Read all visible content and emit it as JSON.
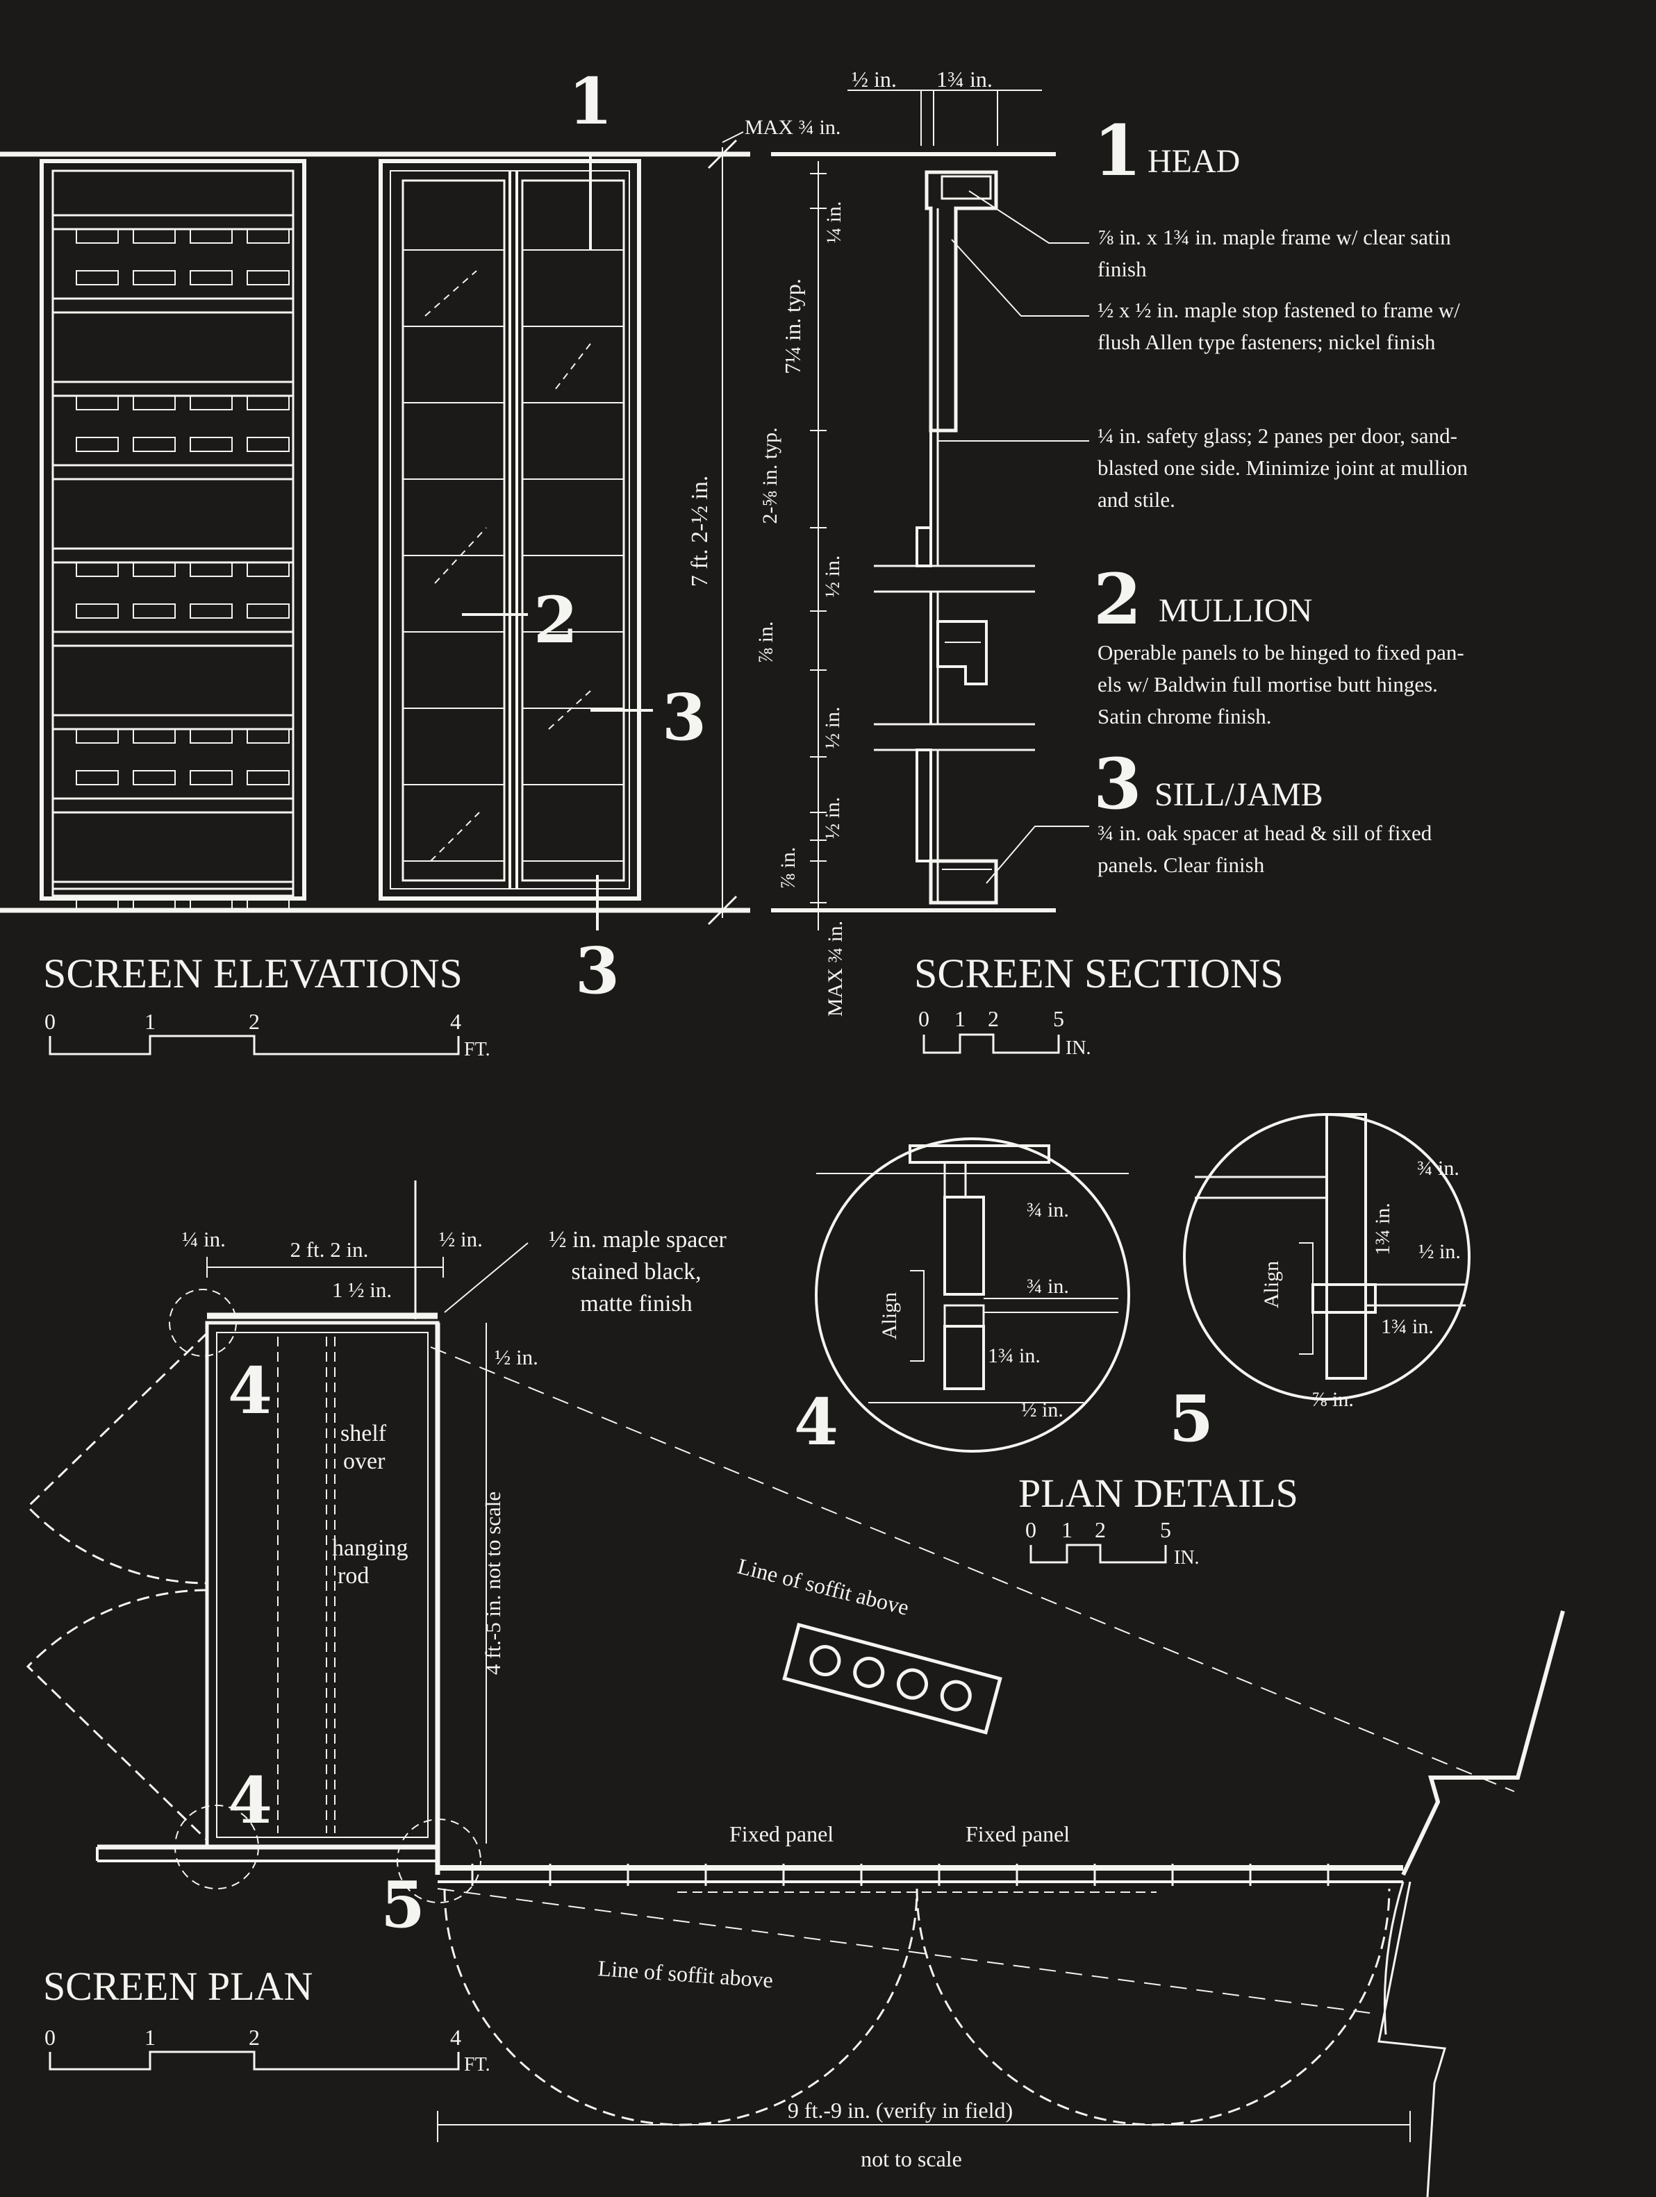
{
  "colors": {
    "background": "#1b1a19",
    "ink": "#f4f4f0"
  },
  "elevations": {
    "title": "SCREEN ELEVATIONS",
    "callouts": [
      "1",
      "2",
      "3",
      "3"
    ],
    "dims": {
      "max_top": "MAX ¾ in.",
      "height": "7 ft. 2-½ in."
    },
    "scale": {
      "ticks": [
        "0",
        "1",
        "2",
        "4"
      ],
      "unit": "FT."
    }
  },
  "sections": {
    "title": "SCREEN SECTIONS",
    "top_dims": [
      "½ in.",
      "1¾ in."
    ],
    "dims": [
      "¼ in.",
      "7¼ in. typ.",
      "2-⅝ in. typ.",
      "½ in.",
      "⅞ in.",
      "½ in.",
      "½ in.",
      "⅞ in.",
      "MAX ¾ in."
    ],
    "scale": {
      "ticks": [
        "0",
        "1",
        "2",
        "5"
      ],
      "unit": "IN."
    }
  },
  "notes": {
    "head": {
      "number": "1",
      "title": "HEAD",
      "items": [
        [
          "⅞ in. x 1¾ in. maple frame w/ clear satin",
          "finish"
        ],
        [
          "½ x ½ in. maple stop fastened to frame w/",
          "flush Allen type fasteners; nickel finish"
        ],
        [
          "¼ in. safety glass; 2 panes per door, sand-",
          "blasted one side. Minimize joint at mullion",
          "and stile."
        ]
      ]
    },
    "mullion": {
      "number": "2",
      "title": "MULLION",
      "lines": [
        "Operable panels to be hinged to fixed pan-",
        "els w/ Baldwin full mortise butt hinges.",
        "Satin chrome finish."
      ]
    },
    "sill": {
      "number": "3",
      "title": "SILL/JAMB",
      "lines": [
        "¾ in. oak spacer at head & sill of fixed",
        "panels. Clear finish"
      ]
    }
  },
  "plan": {
    "title": "SCREEN PLAN",
    "dims": {
      "quarter": "¼ in.",
      "width": "2 ft. 2 in.",
      "half_top": "½ in.",
      "one_half": "1 ½ in.",
      "half_right": "½ in.",
      "depth": "4 ft.-5 in. not to scale",
      "overall": "9 ft.-9 in. (verify in field)",
      "overall_note": "not to scale"
    },
    "labels": {
      "spacer": [
        "½ in. maple spacer",
        "stained black,",
        "matte finish"
      ],
      "shelf": [
        "shelf",
        "over"
      ],
      "rod": [
        "hanging",
        "rod"
      ],
      "soffit_top": "Line of soffit above",
      "soffit_bottom": "Line of soffit above",
      "fixed_left": "Fixed panel",
      "fixed_right": "Fixed panel"
    },
    "callouts": [
      "4",
      "4",
      "5"
    ],
    "scale": {
      "ticks": [
        "0",
        "1",
        "2",
        "4"
      ],
      "unit": "FT."
    }
  },
  "details": {
    "title": "PLAN DETAILS",
    "d4": {
      "number": "4",
      "labels": [
        "¾ in.",
        "¾ in.",
        "Align",
        "1¾ in.",
        "½ in."
      ]
    },
    "d5": {
      "number": "5",
      "labels": [
        "¾ in.",
        "1¾ in.",
        "½ in.",
        "Align",
        "1¾ in.",
        "⅞ in."
      ]
    },
    "scale": {
      "ticks": [
        "0",
        "1",
        "2",
        "5"
      ],
      "unit": "IN."
    }
  }
}
